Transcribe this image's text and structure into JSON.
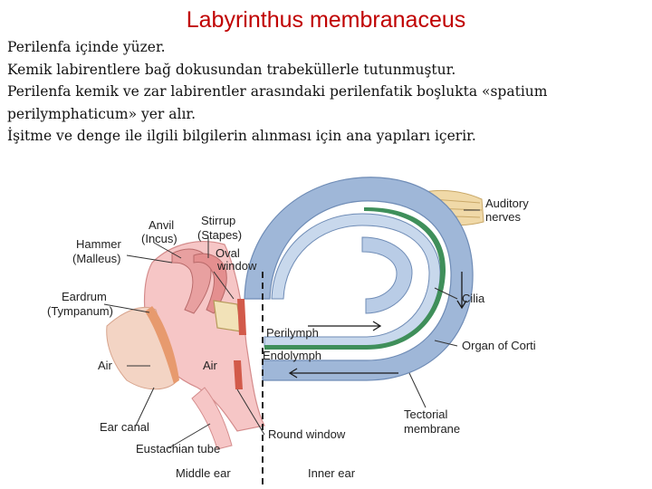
{
  "slide": {
    "title": "Labyrinthus membranaceus",
    "lines": [
      "Perilenfa içinde yüzer.",
      "Kemik labirentlere bağ dokusundan trabeküllerle tutunmuştur.",
      "Perilenfa  kemik ve zar labirentler arasındaki perilenfatik boşlukta «spatium",
      "perilymphaticum» yer alır.",
      "İşitme ve denge ile ilgili bilgilerin alınması için ana yapıları içerir."
    ]
  },
  "figure": {
    "labels": {
      "anvil": "Anvil",
      "incus": "(Incus)",
      "stirrup": "Stirrup",
      "stapes": "(Stapes)",
      "hammer": "Hammer",
      "malleus": "(Malleus)",
      "oval": "Oval",
      "window": "window",
      "eardrum": "Eardrum",
      "tympanum": "(Tympanum)",
      "air_left": "Air",
      "air_mid": "Air",
      "ear_canal": "Ear canal",
      "eustachian": "Eustachian tube",
      "middle_ear": "Middle ear",
      "inner_ear": "Inner ear",
      "perilymph": "Perilymph",
      "endolymph": "Endolymph",
      "round_window": "Round window",
      "auditory": "Auditory",
      "nerves": "nerves",
      "cilia": "Cilia",
      "organ_corti": "Organ of Corti",
      "tectorial": "Tectorial",
      "membrane": "membrane"
    }
  }
}
